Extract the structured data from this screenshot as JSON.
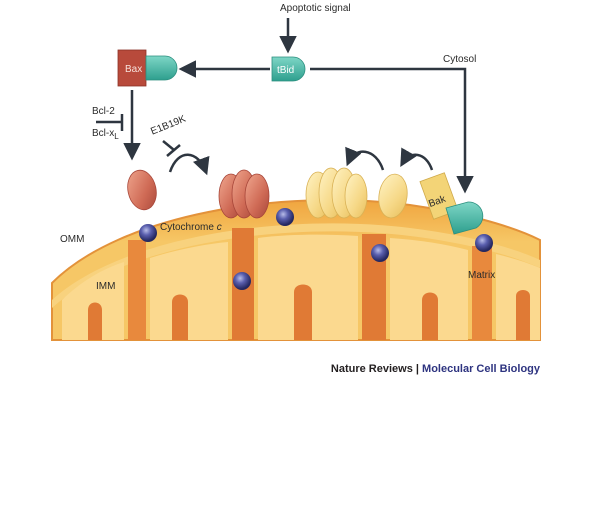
{
  "labels": {
    "apoptotic_signal": "Apoptotic signal",
    "cytosol": "Cytosol",
    "bax": "Bax",
    "tbid": "tBid",
    "bak": "Bak",
    "bcl2": "Bcl-2",
    "bclxl_main": "Bcl-x",
    "bclxl_sub": "L",
    "e1b19k": "E1B19K",
    "cytochrome_main": "Cytochrome ",
    "cytochrome_italic": "c",
    "omm": "OMM",
    "imm": "IMM",
    "matrix": "Matrix"
  },
  "credit": {
    "journal": "Nature Reviews",
    "separator": " | ",
    "section": "Molecular Cell Biology"
  },
  "colors": {
    "mito_fill": "#f5c46a",
    "mito_edge": "#e89a3a",
    "crista": "#fbd98f",
    "crista_dark": "#e07a35",
    "bax_red": "#b84a3b",
    "tbid_teal": "#3fb7a4",
    "bak_yellow": "#f3d477",
    "pore_red": "#d7735f",
    "pore_yellow": "#f7d98b",
    "cyt_c": "#3c3c8c",
    "arrow": "#2e3640",
    "accent": "#2e3480"
  }
}
